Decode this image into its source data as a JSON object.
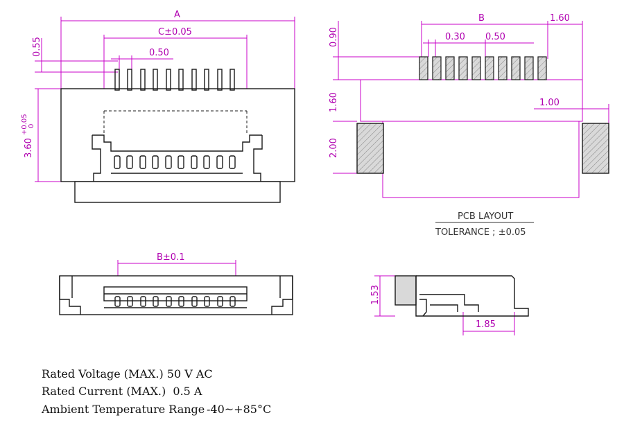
{
  "front_view": {
    "dim_a": "A",
    "dim_c": "C±0.05",
    "dim_pitch": "0.50",
    "dim_055": "0.55",
    "dim_height_main": "3.60",
    "dim_height_tol_plus": "+0.05",
    "dim_height_tol_zero": "0"
  },
  "pcb_layout": {
    "dim_b": "B",
    "dim_160_top": "1.60",
    "dim_030": "0.30",
    "dim_050": "0.50",
    "dim_090": "0.90",
    "dim_160_side": "1.60",
    "dim_100": "1.00",
    "dim_200": "2.00",
    "title": "PCB LAYOUT",
    "tolerance": "TOLERANCE ; ±0.05"
  },
  "bottom_view": {
    "dim_b": "B±0.1"
  },
  "side_view": {
    "dim_153": "1.53",
    "dim_185": "1.85"
  },
  "specs": {
    "voltage": "Rated Voltage (MAX.) 50 V AC",
    "current": "Rated Current (MAX.)  0.5 A",
    "temp_label": "Ambient Temperature Range",
    "temp_value": "-40~+85°C"
  },
  "colors": {
    "dimension": "#c800c8",
    "outline": "#1a1a1a",
    "pad_fill": "#d9d9d9"
  }
}
